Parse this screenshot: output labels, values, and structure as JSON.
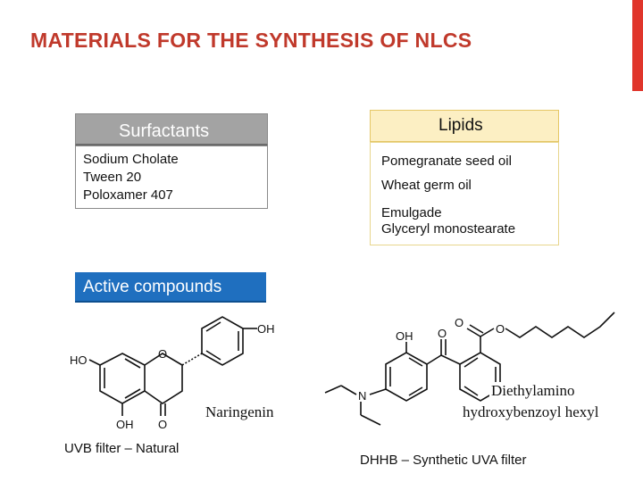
{
  "title": "MATERIALS FOR THE SYNTHESIS OF NLCS",
  "surfactants": {
    "heading": "Surfactants",
    "items": [
      "Sodium Cholate",
      "Tween 20",
      "Poloxamer 407"
    ]
  },
  "lipids": {
    "heading": "Lipids",
    "items": [
      "Pomegranate seed oil",
      "Wheat germ oil",
      "Emulgade",
      "Glyceryl monostearate"
    ]
  },
  "active": {
    "heading": "Active compounds",
    "naringenin": {
      "name": "Naringenin",
      "caption": "UVB filter – Natural",
      "atoms": {
        "oh_top": "OH",
        "ho_left": "HO",
        "o_ring": "O",
        "oh_bottom": "OH",
        "o_keto": "O"
      }
    },
    "dhhb": {
      "name_line1": "Diethylamino",
      "name_line2": "hydroxybenzoyl hexyl",
      "caption": "DHHB – Synthetic UVA filter",
      "atoms": {
        "oh": "OH",
        "o_keto": "O",
        "o_ester1": "O",
        "o_ester2": "O",
        "n": "N"
      }
    }
  },
  "colors": {
    "title": "#c0392b",
    "accent_bar": "#e0352b",
    "active_header": "#1f6fbf",
    "surfactant_header": "#a3a3a3",
    "lipid_header": "#fcefc3"
  }
}
